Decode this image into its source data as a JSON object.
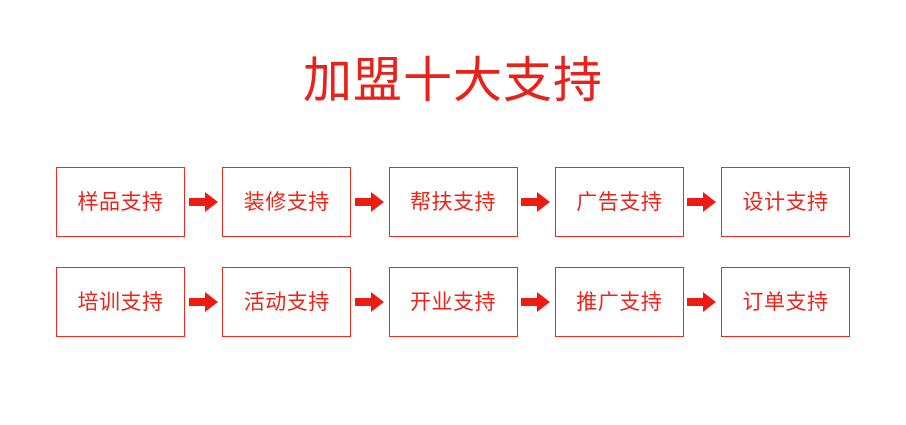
{
  "page": {
    "background_color": "#ffffff",
    "accent_color": "#ee2a1e",
    "title_color": "#e8221a",
    "text_color": "#ef2317"
  },
  "title": "加盟十大支持",
  "arrow_icon": "right-arrow-icon",
  "flow": {
    "rows": [
      {
        "nodes": [
          {
            "label": "样品支持"
          },
          {
            "label": "装修支持"
          },
          {
            "label": "帮扶支持"
          },
          {
            "label": "广告支持"
          },
          {
            "label": "设计支持"
          }
        ]
      },
      {
        "nodes": [
          {
            "label": "培训支持"
          },
          {
            "label": "活动支持"
          },
          {
            "label": "开业支持"
          },
          {
            "label": "推广支持"
          },
          {
            "label": "订单支持"
          }
        ]
      }
    ]
  }
}
